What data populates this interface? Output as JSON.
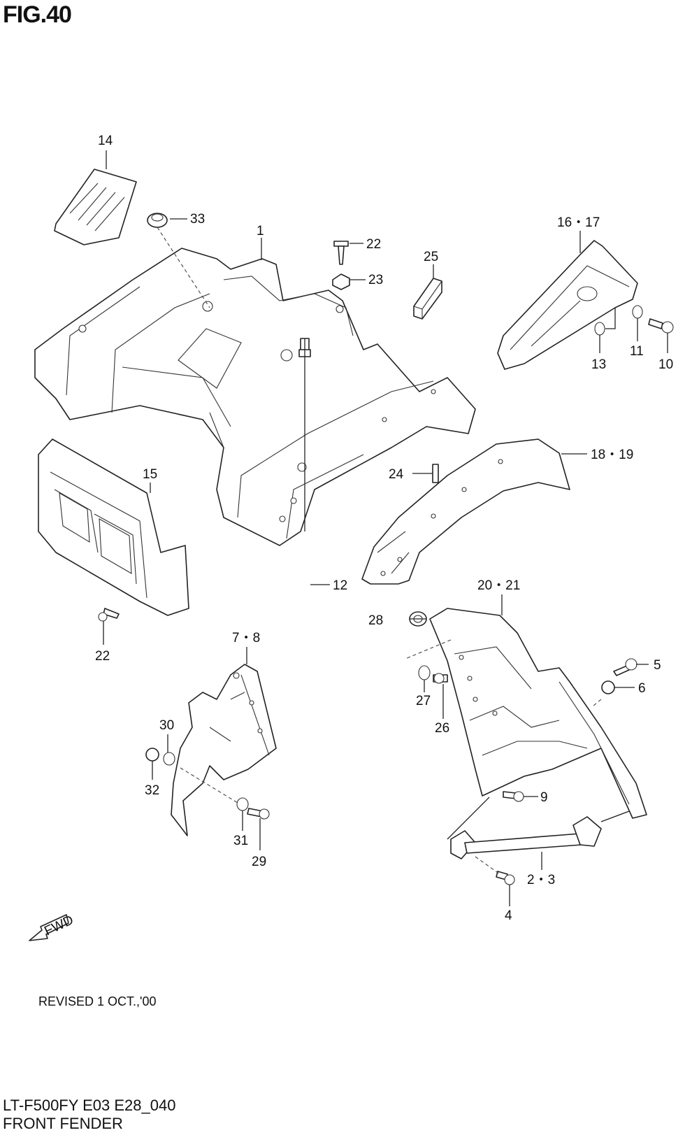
{
  "header": {
    "figure": "FIG.40"
  },
  "footer": {
    "revised": "REVISED 1 OCT.,'00",
    "model_code": "LT-F500FY E03 E28_040",
    "section": "FRONT FENDER"
  },
  "fwd_label": "FWD",
  "callouts": {
    "c1": "1",
    "c14": "14",
    "c33": "33",
    "c22a": "22",
    "c23": "23",
    "c25": "25",
    "c16_17": "16・17",
    "c11": "11",
    "c13": "13",
    "c10": "10",
    "c15": "15",
    "c24": "24",
    "c18_19": "18・19",
    "c12": "12",
    "c22b": "22",
    "c20_21": "20・21",
    "c28": "28",
    "c5": "5",
    "c6": "6",
    "c27": "27",
    "c26": "26",
    "c7_8": "7・8",
    "c30": "30",
    "c32": "32",
    "c31": "31",
    "c29": "29",
    "c9": "9",
    "c2_3": "2・3",
    "c4": "4"
  }
}
